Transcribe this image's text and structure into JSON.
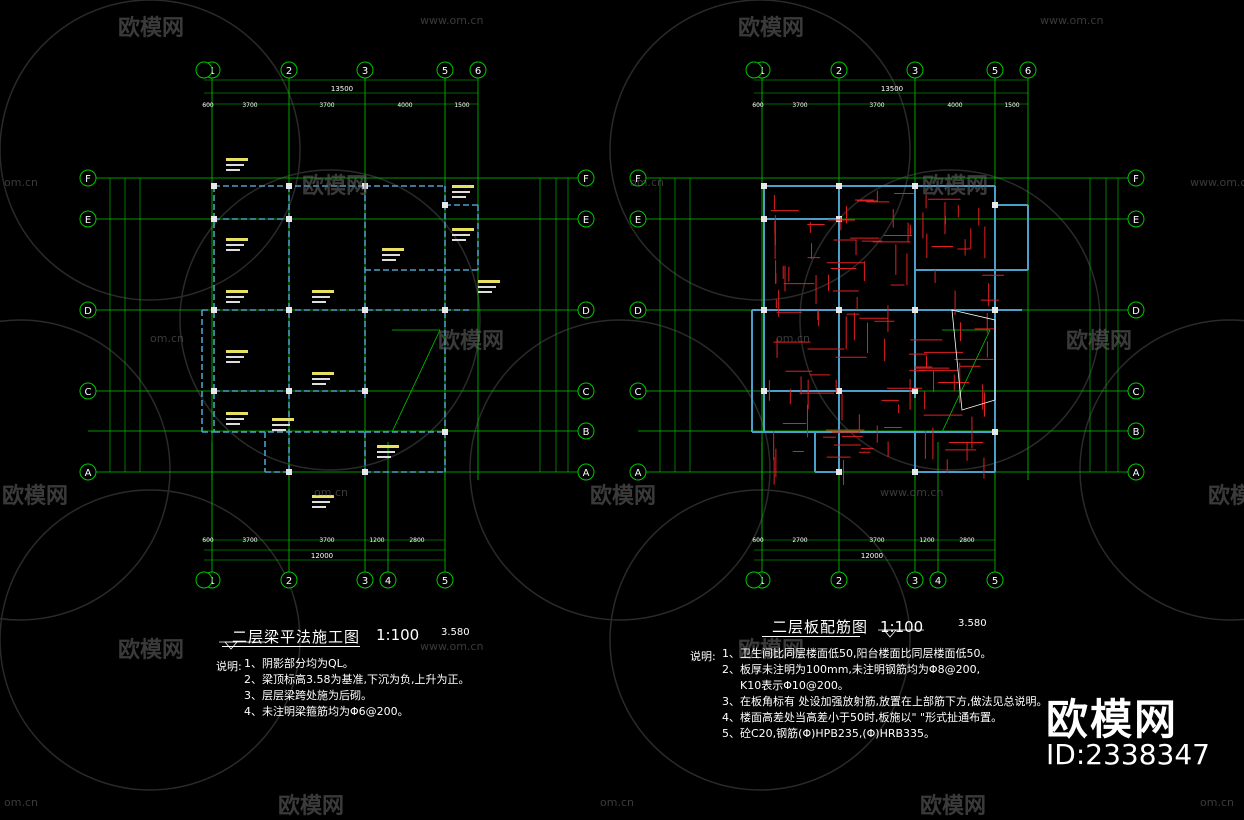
{
  "watermark": {
    "logo_text": "欧模网",
    "url": "www.om.cn",
    "url_short": "om.cn",
    "id_text": "ID:2338347"
  },
  "colors": {
    "background": "#000000",
    "grid": "#00c800",
    "beam": "#4aa0c8",
    "rebar": "#e02020",
    "text": "#ffffff",
    "label": "#e8e060"
  },
  "left_plan": {
    "title": "二层梁平法施工图",
    "scale": "1:100",
    "elevation": "3.580",
    "notes_label": "说明:",
    "notes": [
      "1、阴影部分均为QL。",
      "2、梁顶标高3.58为基准,下沉为负,上升为正。",
      "3、层层梁跨处施为后砌。",
      "4、未注明梁箍筋均为Φ6@200。"
    ],
    "top_axes": [
      "1",
      "2",
      "3",
      "5",
      "6"
    ],
    "bottom_axes": [
      "1",
      "2",
      "3",
      "4",
      "5"
    ],
    "row_axes": [
      "F",
      "E",
      "D",
      "C",
      "B",
      "A"
    ],
    "top_total": "13500",
    "top_dims": [
      "600",
      "3700",
      "3700",
      "4000",
      "1500"
    ],
    "bottom_total": "12000",
    "bottom_dims": [
      "600",
      "3700",
      "3700",
      "1200",
      "2800"
    ]
  },
  "right_plan": {
    "title": "二层板配筋图",
    "scale": "1:100",
    "elevation": "3.580",
    "notes_label": "说明:",
    "notes": [
      "1、卫生间比同层楼面低50,阳台楼面比同层楼面低50。",
      "2、板厚未注明为100mm,未注明钢筋均为Φ8@200,",
      "K10表示Φ10@200。",
      "3、在板角标有  处设加强放射筋,放置在上部筋下方,做法见总说明。",
      "4、楼面高差处当高差小于50时,板施以\"    \"形式扯通布置。",
      "5、砼C20,钢筋(Φ)HPB235,(Φ)HRB335。"
    ],
    "top_axes": [
      "1",
      "2",
      "3",
      "5",
      "6"
    ],
    "bottom_axes": [
      "1",
      "2",
      "3",
      "4",
      "5"
    ],
    "row_axes": [
      "F",
      "E",
      "D",
      "C",
      "B",
      "A"
    ],
    "top_total": "13500",
    "top_dims": [
      "600",
      "3700",
      "3700",
      "4000",
      "1500"
    ],
    "bottom_total": "12000",
    "bottom_dims": [
      "600",
      "2700",
      "3700",
      "1200",
      "2800"
    ]
  }
}
